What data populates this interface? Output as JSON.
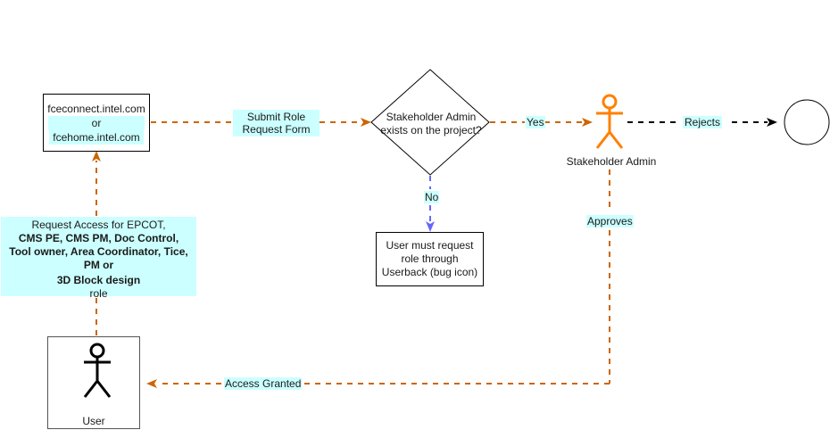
{
  "colors": {
    "accent_orange": "#cc6600",
    "actor_orange": "#ff8000",
    "no_arrow_blue": "#6666ff",
    "label_highlight": "#ccffff",
    "black": "#000000"
  },
  "nodes": {
    "sites": {
      "line1": "fceconnect.intel.com",
      "line2": "or",
      "line3": "fcehome.intel.com"
    },
    "request_access": {
      "lines": [
        "Request Access for EPCOT,",
        "CMS PE, CMS PM, Doc Control,",
        "Tool owner, Area Coordinator, Tice,",
        "PM or",
        "3D Block design",
        "role"
      ]
    },
    "decision": {
      "line1": "Stakeholder Admin",
      "line2": "exists on the project?"
    },
    "userback": {
      "line1": "User must request",
      "line2": "role through",
      "line3": "Userback (bug icon)"
    },
    "stakeholder_admin": {
      "label": "Stakeholder Admin",
      "icon": "actor-icon"
    },
    "user": {
      "label": "User",
      "icon": "actor-icon"
    },
    "end": {
      "icon": "end-circle"
    }
  },
  "edges": {
    "submit": {
      "label_line1": "Submit Role",
      "label_line2": "Request Form"
    },
    "yes": {
      "label": "Yes"
    },
    "no": {
      "label": "No"
    },
    "rejects": {
      "label": "Rejects"
    },
    "approves": {
      "label": "Approves"
    },
    "access_granted": {
      "label": "Access Granted"
    }
  }
}
